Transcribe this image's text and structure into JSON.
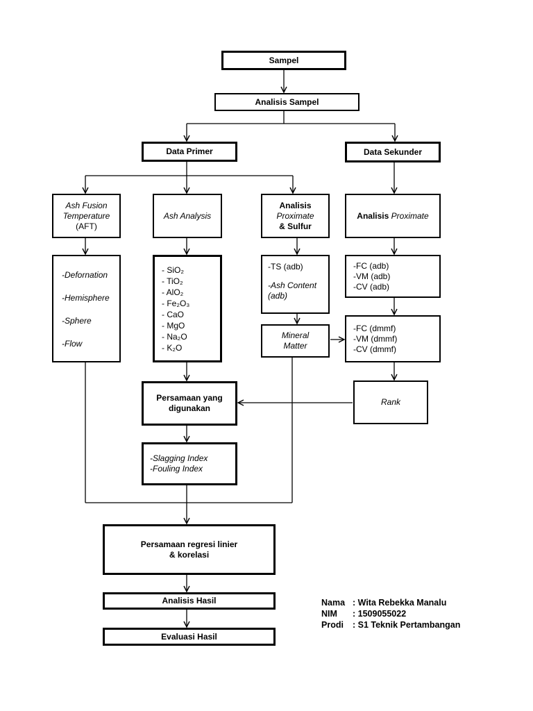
{
  "nodes": {
    "sampel": "Sampel",
    "analisis_sampel": "Analisis Sampel",
    "data_primer": "Data Primer",
    "data_sekunder": "Data Sekunder",
    "aft": {
      "line1": "Ash Fusion",
      "line2": "Temperature",
      "line3": "(AFT)"
    },
    "ash_analysis": "Ash Analysis",
    "analisis_proximate_sulfur": {
      "line1": "Analisis",
      "line2": "Proximate",
      "line3": "& Sulfur"
    },
    "analisis_proximate_sekunder": {
      "prefix": "Analisis ",
      "italic": "Proximate"
    },
    "aft_results": [
      "-Defornation",
      "-Hemisphere",
      "-Sphere",
      "-Flow"
    ],
    "ash_compounds": [
      "- SiO₂",
      "- TiO₂",
      "- AlO₂",
      "- Fe₂O₃",
      "- CaO",
      "- MgO",
      "- Na₂O",
      "- K₂O"
    ],
    "ts_adb": "-TS (adb)",
    "ash_content": {
      "line1": "-Ash Content",
      "line2": "(adb)"
    },
    "adb_values": [
      "-FC (adb)",
      "-VM (adb)",
      "-CV (adb)"
    ],
    "dmmf_values": [
      "-FC (dmmf)",
      "-VM (dmmf)",
      "-CV (dmmf)"
    ],
    "mineral_matter": {
      "line1": "Mineral",
      "line2": "Matter"
    },
    "persamaan": {
      "line1": "Persamaan yang",
      "line2": "digunakan"
    },
    "rank": "Rank",
    "indices": [
      "-Slagging Index",
      "-Fouling Index"
    ],
    "regresi": {
      "line1": "Persamaan regresi linier",
      "line2": "& korelasi"
    },
    "analisis_hasil": "Analisis Hasil",
    "evaluasi_hasil": "Evaluasi Hasil"
  },
  "author": {
    "nama_label": "Nama",
    "nama_value": ": Wita Rebekka Manalu",
    "nim_label": "NIM",
    "nim_value": ": 1509055022",
    "prodi_label": "Prodi",
    "prodi_value": ": S1 Teknik Pertambangan"
  }
}
